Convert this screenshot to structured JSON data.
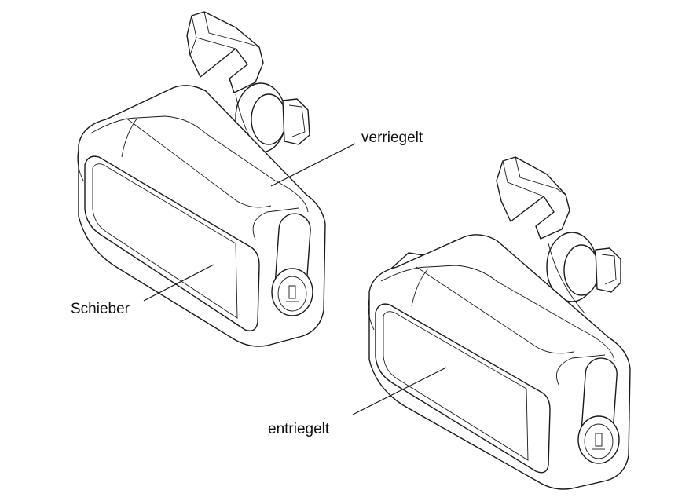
{
  "labels": {
    "locked": "verriegelt",
    "slider": "Schieber",
    "unlocked": "entriegelt"
  },
  "colors": {
    "line": "#1a1a1a",
    "background": "#ffffff"
  }
}
